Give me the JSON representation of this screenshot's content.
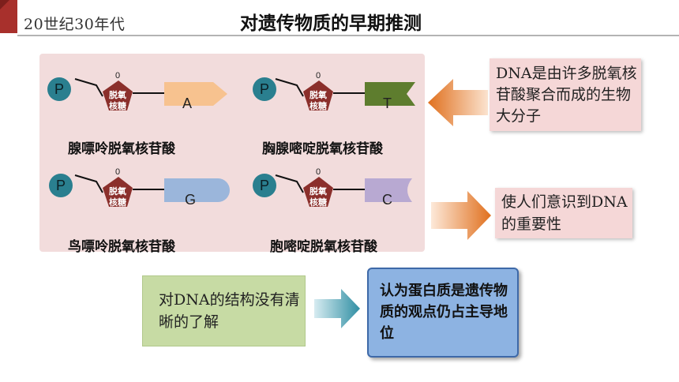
{
  "header": {
    "era": "20世纪30年代",
    "title": "对遗传物质的早期推测"
  },
  "nucleotides": [
    {
      "phosphate": "P",
      "carbon": "0",
      "sugar_line1": "脱氧",
      "sugar_line2": "核糖",
      "base": "A",
      "name": "腺嘌呤脱氧核苷酸",
      "base_color": "#f7c28f"
    },
    {
      "phosphate": "P",
      "carbon": "0",
      "sugar_line1": "脱氧",
      "sugar_line2": "核糖",
      "base": "T",
      "name": "胸腺嘧啶脱氧核苷酸",
      "base_color": "#5e7d2e"
    },
    {
      "phosphate": "P",
      "carbon": "0",
      "sugar_line1": "脱氧",
      "sugar_line2": "核糖",
      "base": "G",
      "name": "鸟嘌呤脱氧核苷酸",
      "base_color": "#9bb6db"
    },
    {
      "phosphate": "P",
      "carbon": "0",
      "sugar_line1": "脱氧",
      "sugar_line2": "核糖",
      "base": "C",
      "name": "胞嘧啶脱氧核苷酸",
      "base_color": "#b8a9d2"
    }
  ],
  "notes": {
    "macromolecule": "DNA是由许多脱氧核苷酸聚合而成的生物大分子",
    "realize": "使人们意识到DNA的重要性",
    "unclear": "对DNA的结构没有清晰的了解",
    "protein_view": "认为蛋白质是遗传物质的观点仍占主导地位"
  },
  "colors": {
    "accent": "#a8302c",
    "panel": "#f2dcdc",
    "phosphate": "#2a7f8f",
    "sugar": "#8b2f2b",
    "arrow_orange": "#e0701e",
    "arrow_teal": "#2f8ea3",
    "box_green": "#c7dba4",
    "box_blue": "#8db3e2"
  }
}
